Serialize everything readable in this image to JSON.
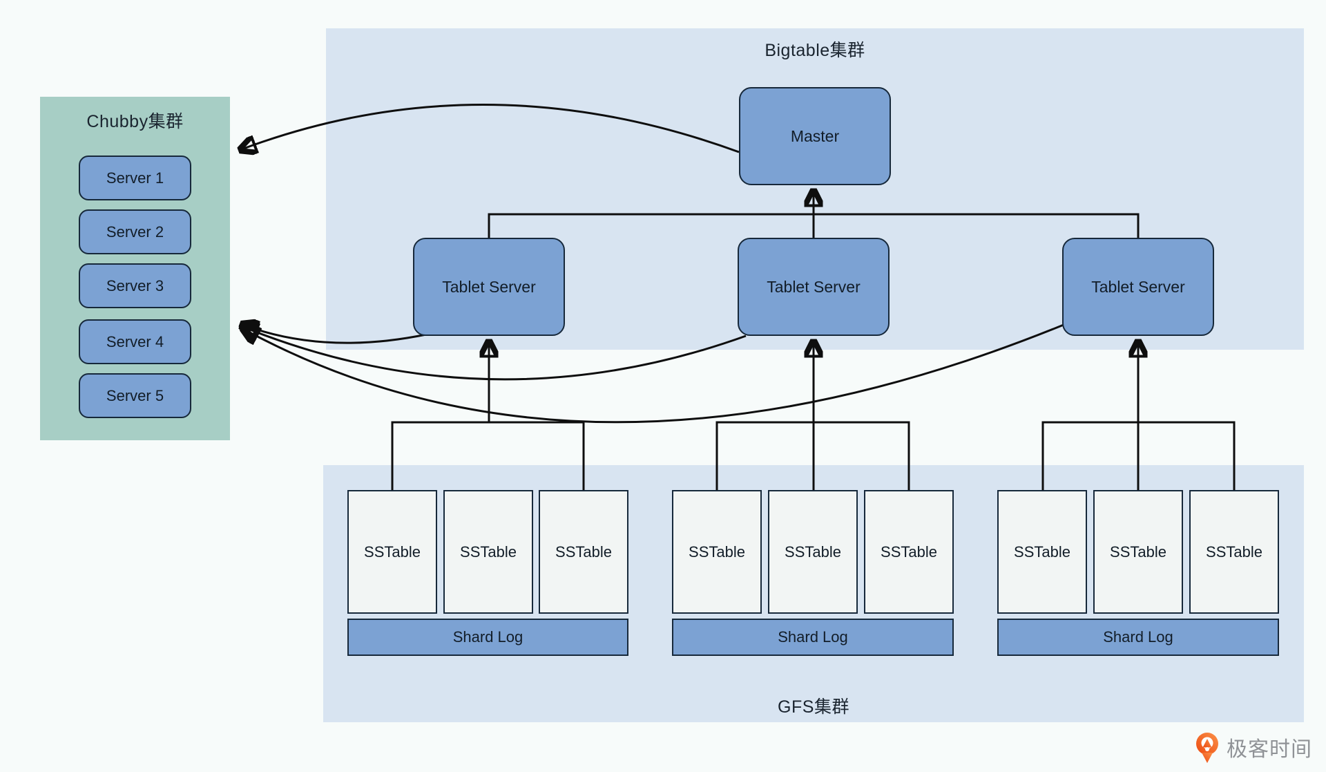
{
  "regions": {
    "bigtable": {
      "title": "Bigtable集群"
    },
    "chubby": {
      "title": "Chubby集群"
    },
    "gfs": {
      "title": "GFS集群"
    }
  },
  "nodes": {
    "master": {
      "label": "Master"
    },
    "tablet_servers": [
      {
        "label": "Tablet Server"
      },
      {
        "label": "Tablet Server"
      },
      {
        "label": "Tablet Server"
      }
    ],
    "chubby_servers": [
      {
        "label": "Server 1"
      },
      {
        "label": "Server 2"
      },
      {
        "label": "Server 3"
      },
      {
        "label": "Server 4"
      },
      {
        "label": "Server 5"
      }
    ],
    "sstable_groups": [
      {
        "sstables": [
          "SSTable",
          "SSTable",
          "SSTable"
        ],
        "shard_log_label": "Shard Log"
      },
      {
        "sstables": [
          "SSTable",
          "SSTable",
          "SSTable"
        ],
        "shard_log_label": "Shard Log"
      },
      {
        "sstables": [
          "SSTable",
          "SSTable",
          "SSTable"
        ],
        "shard_log_label": "Shard Log"
      }
    ]
  },
  "colors": {
    "node_fill": "#7ca2d3",
    "node_border": "#16283a",
    "region_blue": "#d8e4f1",
    "region_teal": "#a7cec5",
    "sstable_fill": "#f2f5f4",
    "connector": "#0e0e0e",
    "logo_orange": "#f05a1a",
    "logo_text_color": "#8f9296"
  },
  "branding": {
    "logo_text": "极客时间"
  }
}
